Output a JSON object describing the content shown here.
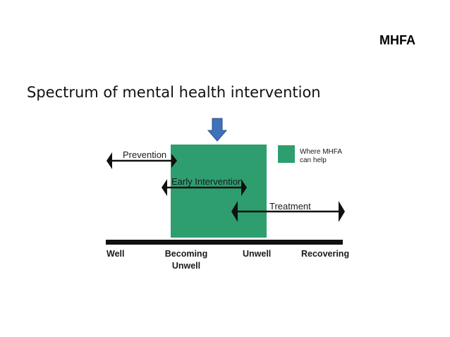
{
  "brand": "MHFA",
  "title": "Spectrum of mental health intervention",
  "diagram": {
    "highlight_color": "#2e9e6f",
    "arrow_color": "#3f72b8",
    "arrows": {
      "prevention": "Prevention",
      "early_intervention": "Early Intervention",
      "treatment": "Treatment"
    },
    "legend": {
      "line1": "Where MHFA",
      "line2": "can help"
    },
    "axis": {
      "well": "Well",
      "becoming_line1": "Becoming",
      "becoming_line2": "Unwell",
      "unwell": "Unwell",
      "recovering": "Recovering"
    }
  }
}
